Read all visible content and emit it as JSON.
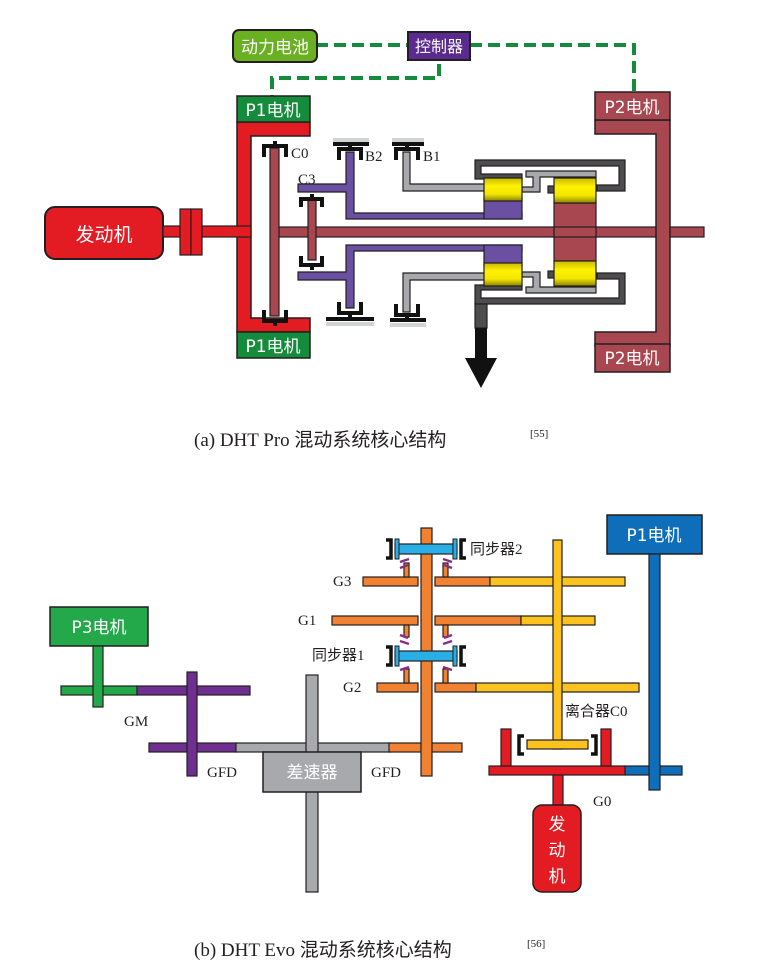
{
  "figure_a": {
    "caption": "(a)  DHT Pro 混动系统核心结构",
    "caption_ref": "[55]",
    "components": {
      "battery": "动力电池",
      "controller": "控制器",
      "p1_top": "P1电机",
      "p1_bottom": "P1电机",
      "p2_top": "P2电机",
      "p2_bottom": "P2电机",
      "engine": "发动机"
    },
    "labels": {
      "c0": "C0",
      "c3": "C3",
      "b2": "B2",
      "b1": "B1"
    }
  },
  "figure_b": {
    "caption": "(b)  DHT Evo 混动系统核心结构",
    "caption_ref": "[56]",
    "components": {
      "p1": "P1电机",
      "p3": "P3电机",
      "differential": "差速器",
      "engine_line1": "发",
      "engine_line2": "动",
      "engine_line3": "机"
    },
    "labels": {
      "sync2": "同步器2",
      "sync1": "同步器1",
      "g3": "G3",
      "g1": "G1",
      "g2": "G2",
      "gm": "GM",
      "gfd_left": "GFD",
      "gfd_right": "GFD",
      "clutch_c0": "离合器C0",
      "g0": "G0"
    }
  },
  "colors": {
    "engine_red": "#e31b23",
    "p1_green": "#148c3c",
    "battery_green": "#6ab023",
    "controller_purple": "#5b2a8e",
    "p2_maroon": "#a8474f",
    "purple_shaft": "#6a4fa3",
    "gray_shaft": "#a7a9ac",
    "dark_gray": "#4d4d4f",
    "planet_yellow": "#f2e600",
    "evo_orange": "#f08232",
    "evo_yellow": "#fcc31e",
    "evo_blue": "#0f6eb9",
    "sync_cyan": "#2aaee6",
    "evo_green": "#23a84a",
    "evo_purple": "#6e2f91",
    "diff_gray": "#a7a9ac",
    "dashed_link": "#148c3c"
  }
}
